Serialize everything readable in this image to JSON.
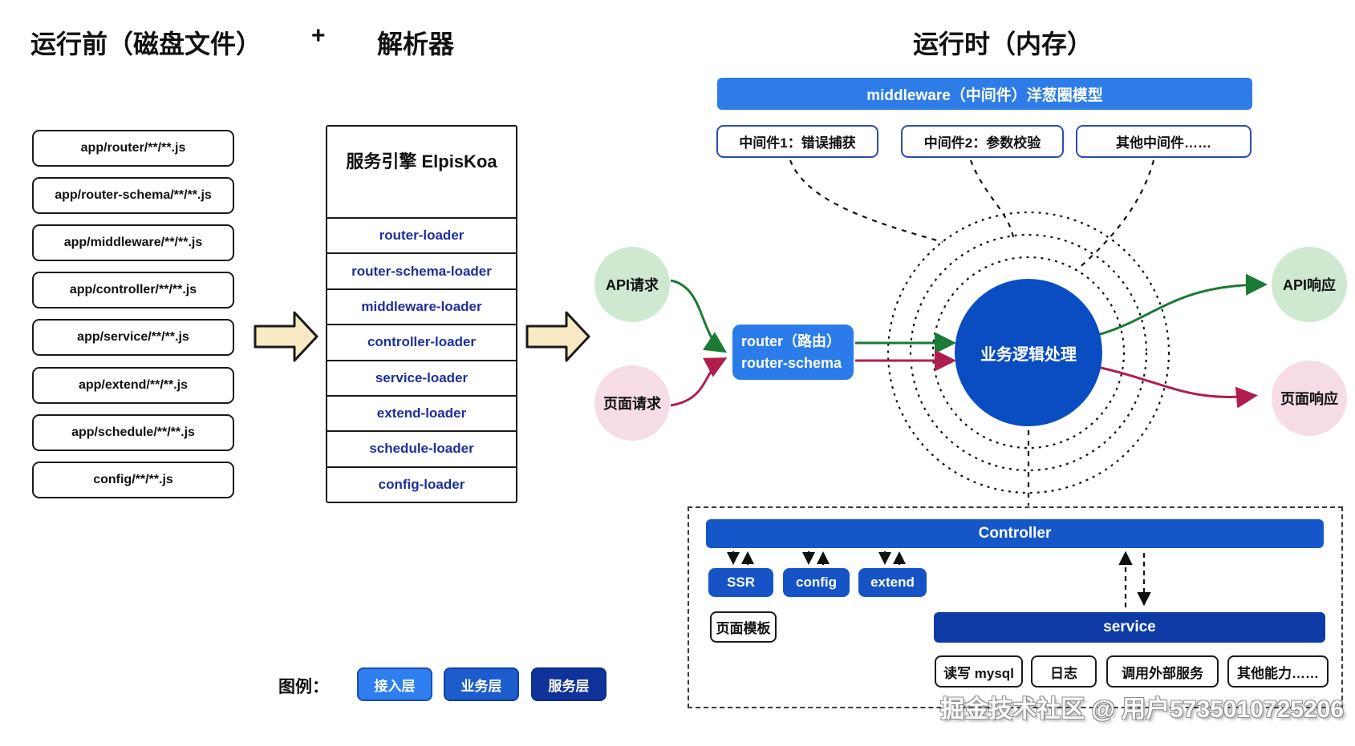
{
  "titles": {
    "before_runtime": "运行前（磁盘文件）",
    "plus": "+",
    "parser": "解析器",
    "runtime": "运行时（内存）"
  },
  "files": [
    "app/router/**/**.js",
    "app/router-schema/**/**.js",
    "app/middleware/**/**.js",
    "app/controller/**/**.js",
    "app/service/**/**.js",
    "app/extend/**/**.js",
    "app/schedule/**/**.js",
    "config/**/**.js"
  ],
  "engine": {
    "title": "服务引擎 ElpisKoa",
    "loaders": [
      "router-loader",
      "router-schema-loader",
      "middleware-loader",
      "controller-loader",
      "service-loader",
      "extend-loader",
      "schedule-loader",
      "config-loader"
    ]
  },
  "middleware": {
    "banner": "middleware（中间件）洋葱圈模型",
    "items": [
      "中间件1：错误捕获",
      "中间件2：参数校验",
      "其他中间件……"
    ]
  },
  "flow": {
    "api_request": "API请求",
    "page_request": "页面请求",
    "router_line1": "router（路由）",
    "router_line2": "router-schema",
    "core": "业务逻辑处理",
    "api_response": "API响应",
    "page_response": "页面响应"
  },
  "runtime_box": {
    "controller": "Controller",
    "ssr": "SSR",
    "config": "config",
    "extend": "extend",
    "page_template": "页面模板",
    "service": "service",
    "capabilities": [
      "读写 mysql",
      "日志",
      "调用外部服务",
      "其他能力……"
    ]
  },
  "legend": {
    "label": "图例：",
    "items": [
      {
        "label": "接入层",
        "color": "#2e7ef0"
      },
      {
        "label": "业务层",
        "color": "#1d5ccc"
      },
      {
        "label": "服务层",
        "color": "#10339b"
      }
    ]
  },
  "watermark": "掘金技术社区 @ 用户5735010725206",
  "colors": {
    "banner_blue": "#2e7ce8",
    "router_blue": "#2b7cea",
    "core_blue": "#0a4dc2",
    "controller_blue": "#1556c9",
    "service_blue": "#0d3aa5",
    "request_green": "#cfe9d0",
    "request_pink": "#f6dce7",
    "arrow_green": "#1b7a34",
    "arrow_crimson": "#b01e4e",
    "loader_text": "#1d2f9e",
    "yellow_arrow": "#f9e9c5"
  }
}
